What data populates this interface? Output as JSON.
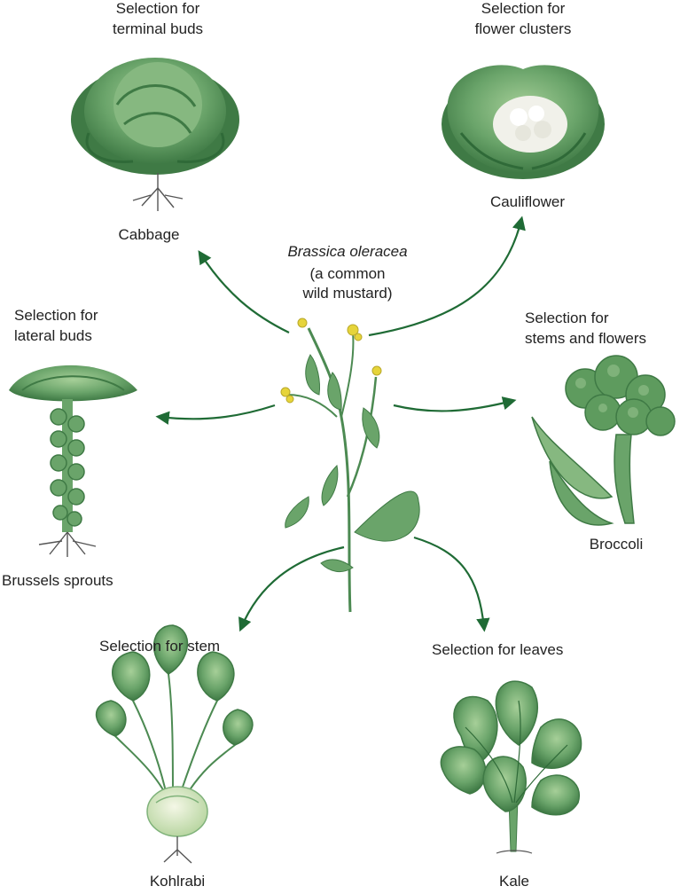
{
  "center": {
    "species": "Brassica oleracea",
    "description_line1": "(a common",
    "description_line2": "wild mustard)"
  },
  "arrow_color": "#1f6b35",
  "plant_colors": {
    "leaf_dark": "#3f7a45",
    "leaf_mid": "#6aa46a",
    "leaf_light": "#a6cf98",
    "flower_yellow": "#e6d43a",
    "curd_white": "#f1f1ea",
    "root": "#555555"
  },
  "branches": [
    {
      "id": "cabbage",
      "selection_lines": [
        "Selection for",
        "terminal buds"
      ],
      "vegetable": "Cabbage",
      "icon": "cabbage-illustration"
    },
    {
      "id": "cauliflower",
      "selection_lines": [
        "Selection for",
        "flower clusters"
      ],
      "vegetable": "Cauliflower",
      "icon": "cauliflower-illustration"
    },
    {
      "id": "brussels",
      "selection_lines": [
        "Selection for",
        "lateral buds"
      ],
      "vegetable": "Brussels sprouts",
      "icon": "brussels-sprouts-illustration"
    },
    {
      "id": "broccoli",
      "selection_lines": [
        "Selection for",
        "stems and flowers"
      ],
      "vegetable": "Broccoli",
      "icon": "broccoli-illustration"
    },
    {
      "id": "kohlrabi",
      "selection_lines": [
        "Selection for stem"
      ],
      "vegetable": "Kohlrabi",
      "icon": "kohlrabi-illustration"
    },
    {
      "id": "kale",
      "selection_lines": [
        "Selection for leaves"
      ],
      "vegetable": "Kale",
      "icon": "kale-illustration"
    }
  ]
}
